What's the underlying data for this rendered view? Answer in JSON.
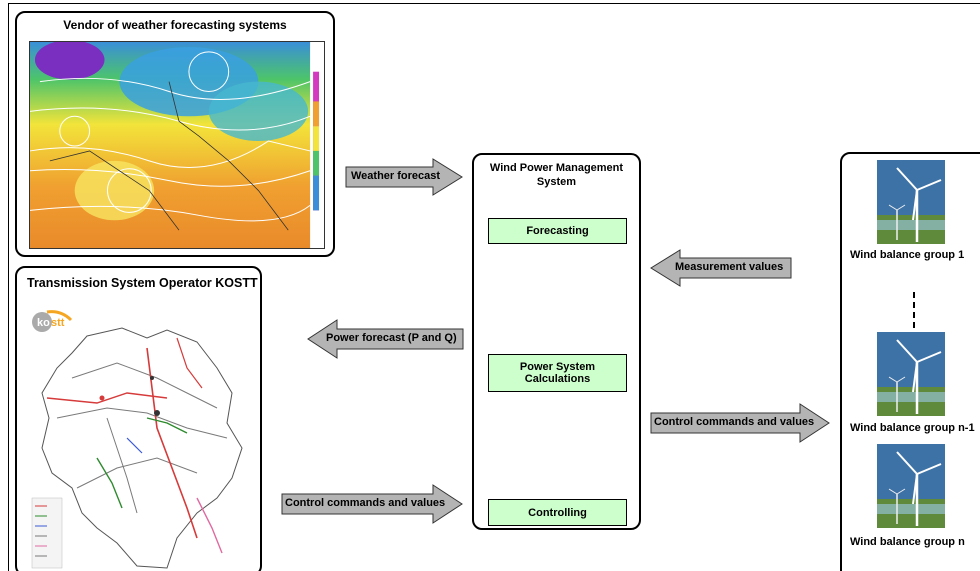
{
  "weather_vendor": {
    "title": "Vendor of weather forecasting systems"
  },
  "tso": {
    "title": "Transmission System Operator KOSTT",
    "logo_text": "kostt"
  },
  "wpms": {
    "title": "Wind Power Management System",
    "modules": [
      "Forecasting",
      "Power System Calculations",
      "Controlling"
    ]
  },
  "wind_groups": {
    "labels": [
      "Wind balance group 1",
      "Wind balance group n-1",
      "Wind balance group n"
    ]
  },
  "arrows": {
    "weather_forecast": "Weather forecast",
    "measurement_values": "Measurement values",
    "power_forecast": "Power forecast (P and Q)",
    "control_to_wind": "Control commands and values",
    "control_from_tso": "Control commands and values"
  },
  "colors": {
    "module_fill": "#ccffcc",
    "arrow_fill": "#b4b4b4",
    "sky": "#3d72a6",
    "logo_orange": "#f5a623"
  }
}
